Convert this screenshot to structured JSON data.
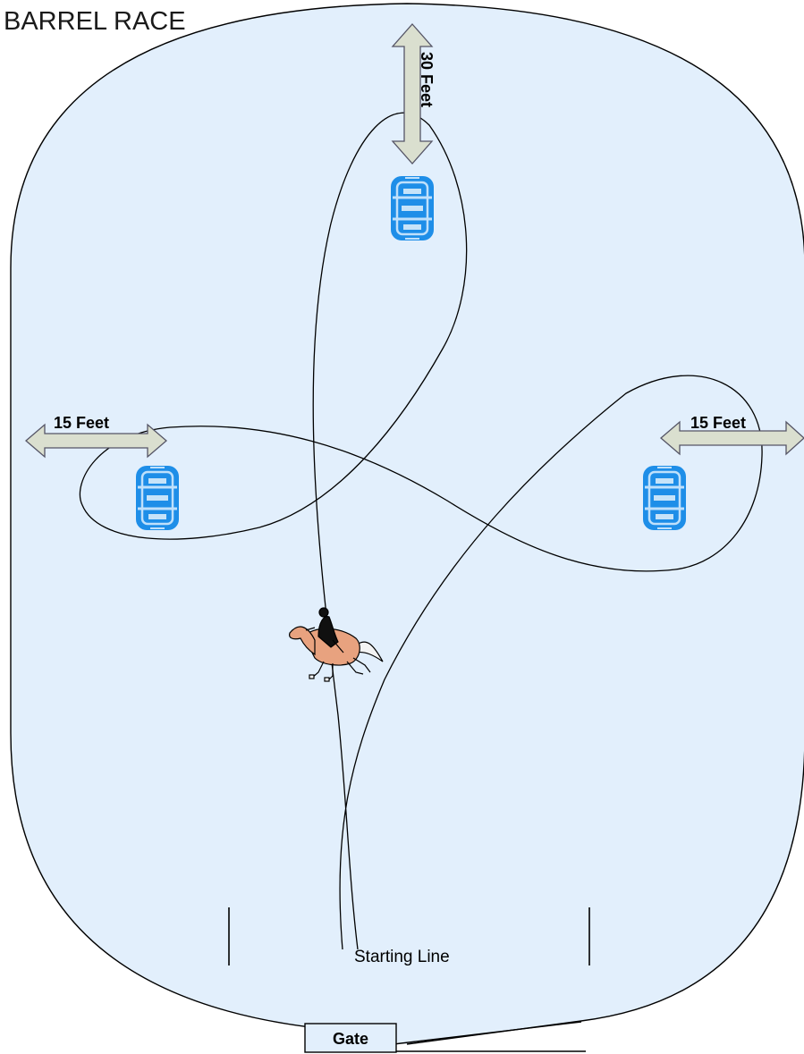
{
  "title": "BARREL RACE",
  "labels": {
    "top_distance": "30 Feet",
    "left_distance": "15 Feet",
    "right_distance": "15 Feet",
    "starting_line": "Starting Line",
    "gate": "Gate"
  },
  "colors": {
    "arena_fill": "#e2effc",
    "barrel": "#1e8ee8",
    "arrow_fill": "#dadfcf",
    "line": "#000000"
  },
  "icons": [
    "barrel-icon",
    "horse-rider-icon",
    "double-arrow-icon"
  ]
}
